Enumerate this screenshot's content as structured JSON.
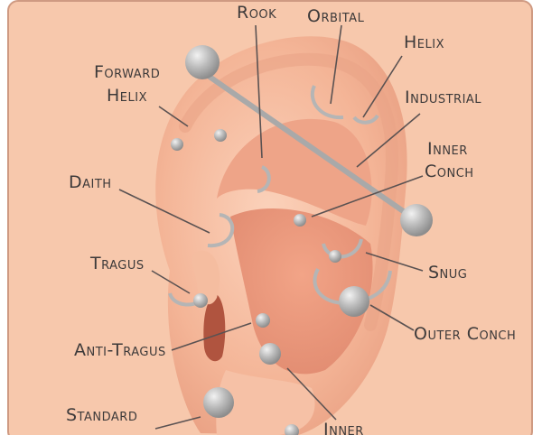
{
  "labels": {
    "rook": "Rook",
    "orbital": "Orbital",
    "helix": "Helix",
    "forward_helix_1": "Forward",
    "forward_helix_2": "Helix",
    "industrial": "Industrial",
    "inner_conch_1": "Inner",
    "inner_conch_2": "Conch",
    "daith": "Daith",
    "tragus": "Tragus",
    "snug": "Snug",
    "outer_conch": "Outer Conch",
    "anti_tragus": "Anti-Tragus",
    "standard": "Standard",
    "inner_bottom": "Inner"
  },
  "colors": {
    "background": "#f7c8ac",
    "skin": "#f3b596",
    "skin_shadow": "#dc8670",
    "metal": "#b7b7b7",
    "text": "#3d3a3a"
  }
}
